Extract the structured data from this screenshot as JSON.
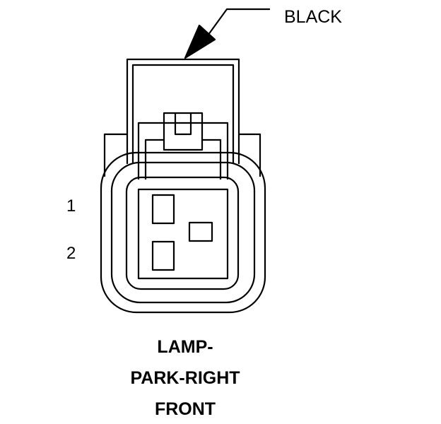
{
  "connector": {
    "color_label": "BLACK",
    "pins": [
      "1",
      "2"
    ],
    "title_lines": [
      "LAMP-",
      "PARK-RIGHT",
      "FRONT"
    ]
  },
  "colors": {
    "line": "#000000",
    "background": "#ffffff"
  }
}
